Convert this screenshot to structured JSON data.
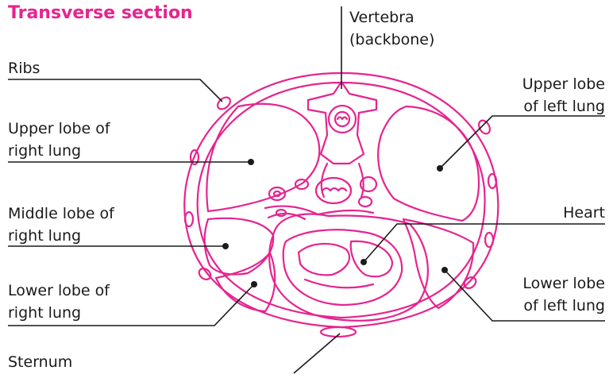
{
  "title": "Transverse section",
  "labels": {
    "vertebra_line1": "Vertebra",
    "vertebra_line2": "(backbone)",
    "ribs": "Ribs",
    "upper_right_line1": "Upper lobe of",
    "upper_right_line2": "right lung",
    "middle_right_line1": "Middle lobe of",
    "middle_right_line2": "right lung",
    "lower_right_line1": "Lower lobe of",
    "lower_right_line2": "right lung",
    "sternum": "Sternum",
    "upper_left_line1": "Upper lobe",
    "upper_left_line2": "of left lung",
    "heart": "Heart",
    "lower_left_line1": "Lower lobe",
    "lower_left_line2": "of left lung"
  },
  "colors": {
    "accent": "#e6248f",
    "text": "#1a1a1a"
  }
}
